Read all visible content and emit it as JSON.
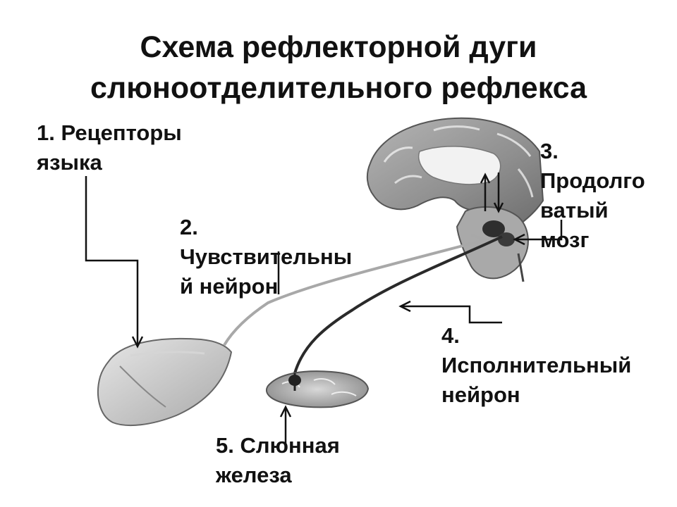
{
  "title": {
    "line1": "Схема рефлекторной дуги",
    "line2": "слюноотделительного рефлекса"
  },
  "labels": {
    "receptors": {
      "line1": "1. Рецепторы",
      "line2": "языка"
    },
    "sensory_neuron": {
      "line1": "2.",
      "line2": "Чувствительны",
      "line3": "й нейрон"
    },
    "medulla": {
      "line1": "3.",
      "line2": "Продолго",
      "line3": "ватый",
      "line4": "мозг"
    },
    "motor_neuron": {
      "line1": "4.",
      "line2": "Исполнительный",
      "line3": "нейрон"
    },
    "salivary_gland": {
      "line1": "5. Слюнная",
      "line2": "железа"
    }
  },
  "colors": {
    "ink": "#111111",
    "brain_gray": "#9a9a9a",
    "brain_dark": "#4a4a4a",
    "tongue_gray": "#c8c8c8",
    "sensory_nerve": "#a8a8a8",
    "motor_nerve": "#2a2a2a"
  },
  "icons": {
    "brain": "brain-section-icon",
    "tongue": "tongue-icon",
    "gland": "salivary-gland-icon"
  }
}
